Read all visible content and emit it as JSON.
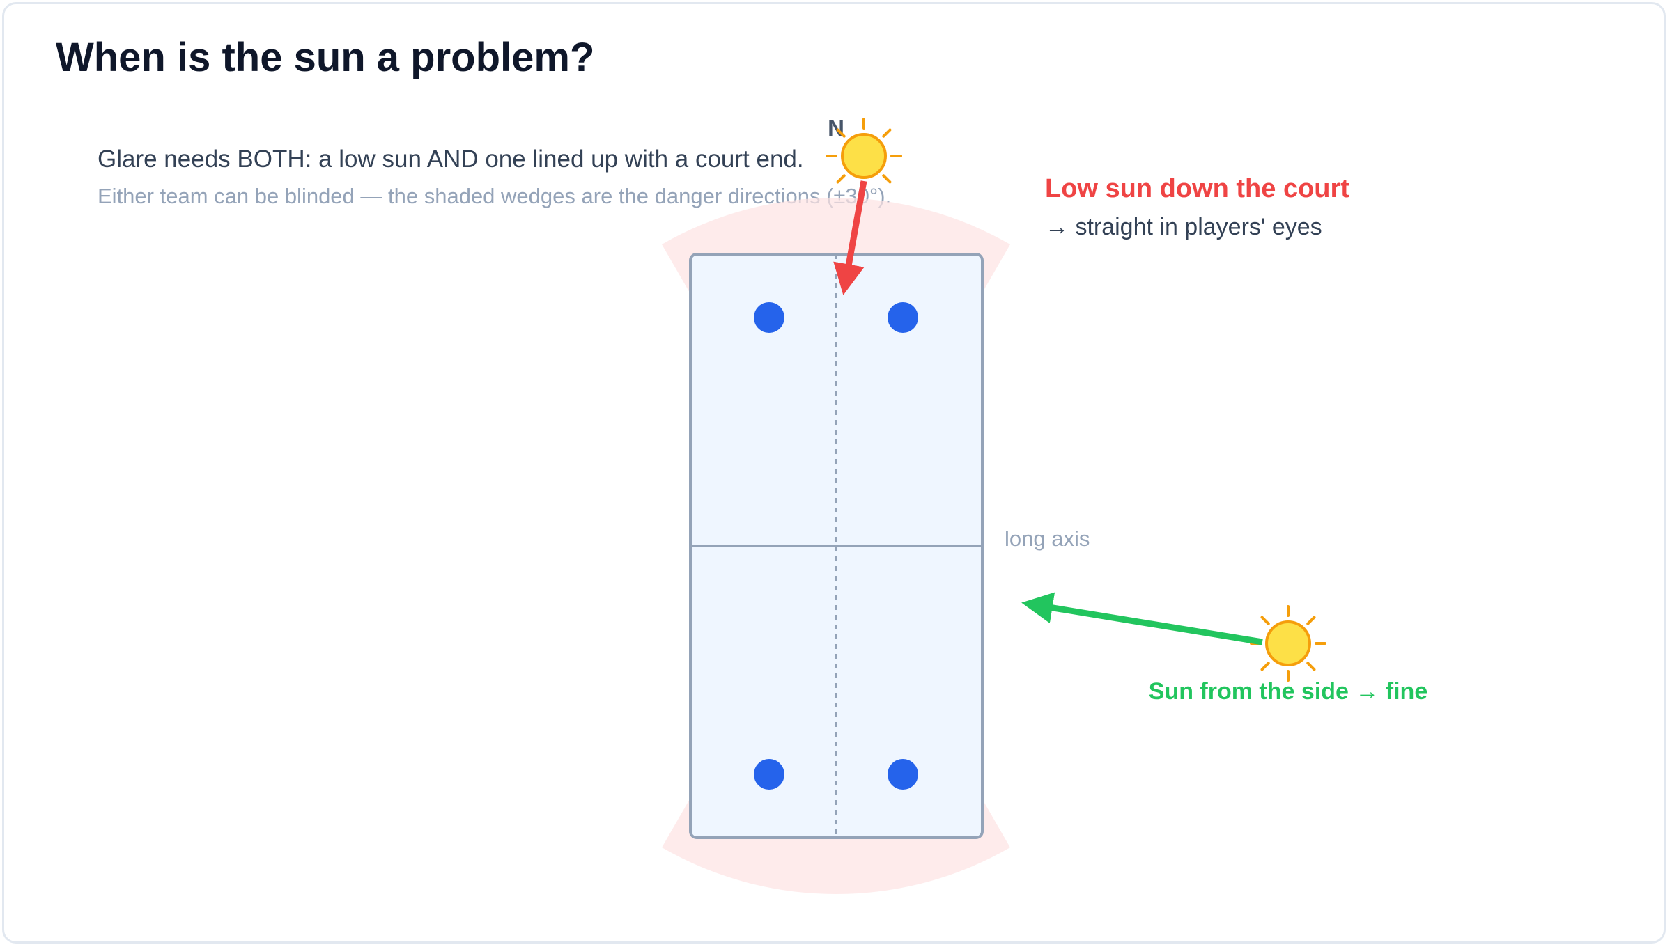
{
  "title": "When is the sun a problem?",
  "intro": {
    "line1": "Glare needs BOTH: a low sun AND one lined up with a court end.",
    "line2": "Either team can be blinded — the shaded wedges are the danger directions (±30°)."
  },
  "compass": {
    "north_label": "N"
  },
  "court": {
    "axis_label": "long axis",
    "players_per_end": 2
  },
  "danger_wedge": {
    "half_angle_deg": 30
  },
  "callouts": {
    "bad": {
      "title": "Low sun down the court",
      "subtitle": "→ straight in players' eyes"
    },
    "good": {
      "title": "Sun from the side → fine"
    }
  },
  "colors": {
    "danger": "#ef4444",
    "safe": "#22c55e",
    "sun": "#fde047",
    "sun_stroke": "#f59e0b",
    "player": "#2563eb",
    "court_fill": "#eff6ff",
    "court_line": "#94a3b8",
    "wedge": "#fee2e2"
  },
  "icons": {
    "sun": "sun-icon",
    "player": "player-dot"
  }
}
